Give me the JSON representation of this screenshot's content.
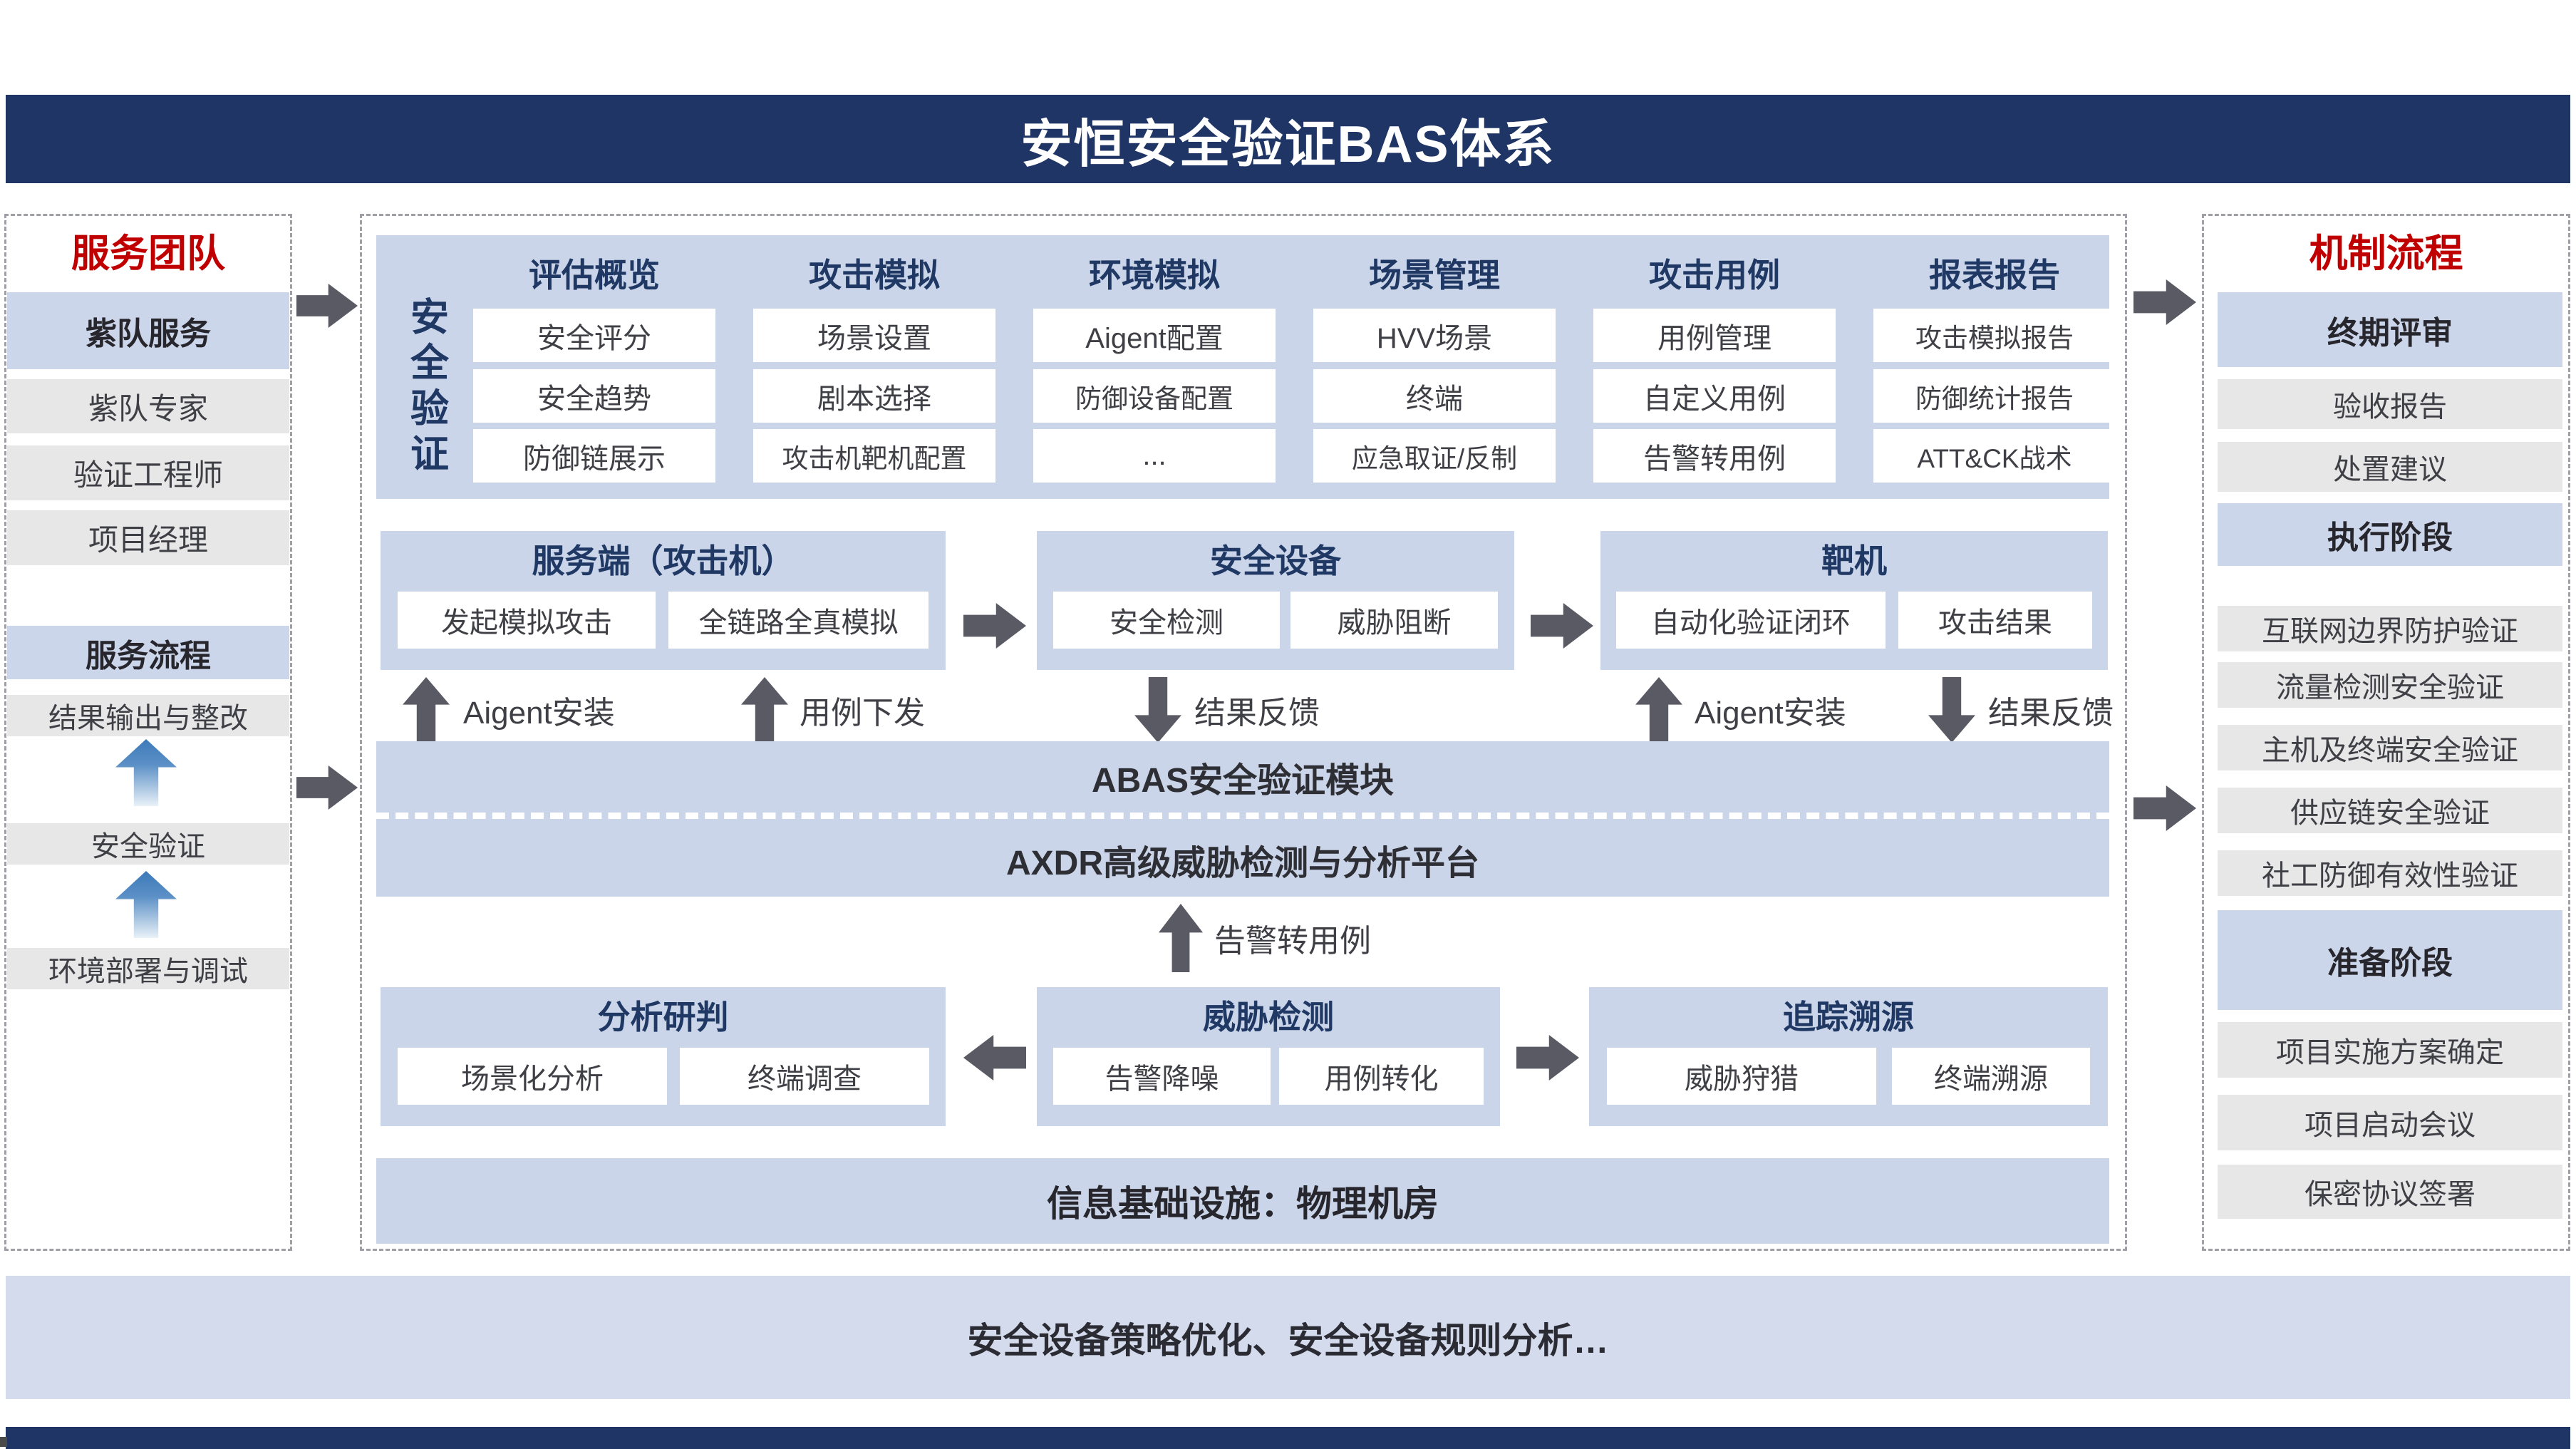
{
  "title": "安恒安全验证BAS体系",
  "colors": {
    "banner_navy": "#1f3566",
    "box_blue": "#cbd5e9",
    "sidebar_header_blue": "#ccd6eb",
    "box_gray": "#e7e7e8",
    "accent_red": "#c00000",
    "heading_navy": "#1f3864",
    "arrow_gray": "#5a5a64",
    "footer_blue": "#d4dbec"
  },
  "left_panel": {
    "title": "服务团队",
    "rows": [
      {
        "label": "紫队服务",
        "type": "header"
      },
      {
        "label": "紫队专家",
        "type": "item"
      },
      {
        "label": "验证工程师",
        "type": "item"
      },
      {
        "label": "项目经理",
        "type": "item"
      },
      {
        "label": "服务流程",
        "type": "header"
      },
      {
        "label": "结果输出与整改",
        "type": "item"
      },
      {
        "label": "安全验证",
        "type": "item"
      },
      {
        "label": "环境部署与调试",
        "type": "item"
      }
    ]
  },
  "main_panel": {
    "vertical_label": "安全验证",
    "top_columns": [
      {
        "header": "评估概览",
        "cells": [
          "安全评分",
          "安全趋势",
          "防御链展示"
        ]
      },
      {
        "header": "攻击模拟",
        "cells": [
          "场景设置",
          "剧本选择",
          "攻击机靶机配置"
        ]
      },
      {
        "header": "环境模拟",
        "cells": [
          "Aigent配置",
          "防御设备配置",
          "..."
        ]
      },
      {
        "header": "场景管理",
        "cells": [
          "HVV场景",
          "终端",
          "应急取证/反制"
        ]
      },
      {
        "header": "攻击用例",
        "cells": [
          "用例管理",
          "自定义用例",
          "告警转用例"
        ]
      },
      {
        "header": "报表报告",
        "cells": [
          "攻击模拟报告",
          "防御统计报告",
          "ATT&CK战术"
        ]
      }
    ],
    "row2": [
      {
        "header": "服务端（攻击机）",
        "cells": [
          "发起模拟攻击",
          "全链路全真模拟"
        ]
      },
      {
        "header": "安全设备",
        "cells": [
          "安全检测",
          "威胁阻断"
        ]
      },
      {
        "header": "靶机",
        "cells": [
          "自动化验证闭环",
          "攻击结果"
        ]
      }
    ],
    "flow_labels": {
      "aigent_install": "Aigent安装",
      "usecase_dispatch": "用例下发",
      "result_feedback": "结果反馈",
      "alert_to_usecase": "告警转用例"
    },
    "abas_label": "ABAS安全验证模块",
    "axdr_label": "AXDR高级威胁检测与分析平台",
    "row3": [
      {
        "header": "分析研判",
        "cells": [
          "场景化分析",
          "终端调查"
        ]
      },
      {
        "header": "威胁检测",
        "cells": [
          "告警降噪",
          "用例转化"
        ]
      },
      {
        "header": "追踪溯源",
        "cells": [
          "威胁狩猎",
          "终端溯源"
        ]
      }
    ],
    "infra_label": "信息基础设施：物理机房"
  },
  "right_panel": {
    "title": "机制流程",
    "rows": [
      {
        "label": "终期评审",
        "type": "header"
      },
      {
        "label": "验收报告",
        "type": "item"
      },
      {
        "label": "处置建议",
        "type": "item"
      },
      {
        "label": "执行阶段",
        "type": "header"
      },
      {
        "label": "互联网边界防护验证",
        "type": "item"
      },
      {
        "label": "流量检测安全验证",
        "type": "item"
      },
      {
        "label": "主机及终端安全验证",
        "type": "item"
      },
      {
        "label": "供应链安全验证",
        "type": "item"
      },
      {
        "label": "社工防御有效性验证",
        "type": "item"
      },
      {
        "label": "准备阶段",
        "type": "header"
      },
      {
        "label": "项目实施方案确定",
        "type": "item"
      },
      {
        "label": "项目启动会议",
        "type": "item"
      },
      {
        "label": "保密协议签署",
        "type": "item"
      }
    ]
  },
  "footer": {
    "text": "安全设备策略优化、安全设备规则分析…"
  }
}
